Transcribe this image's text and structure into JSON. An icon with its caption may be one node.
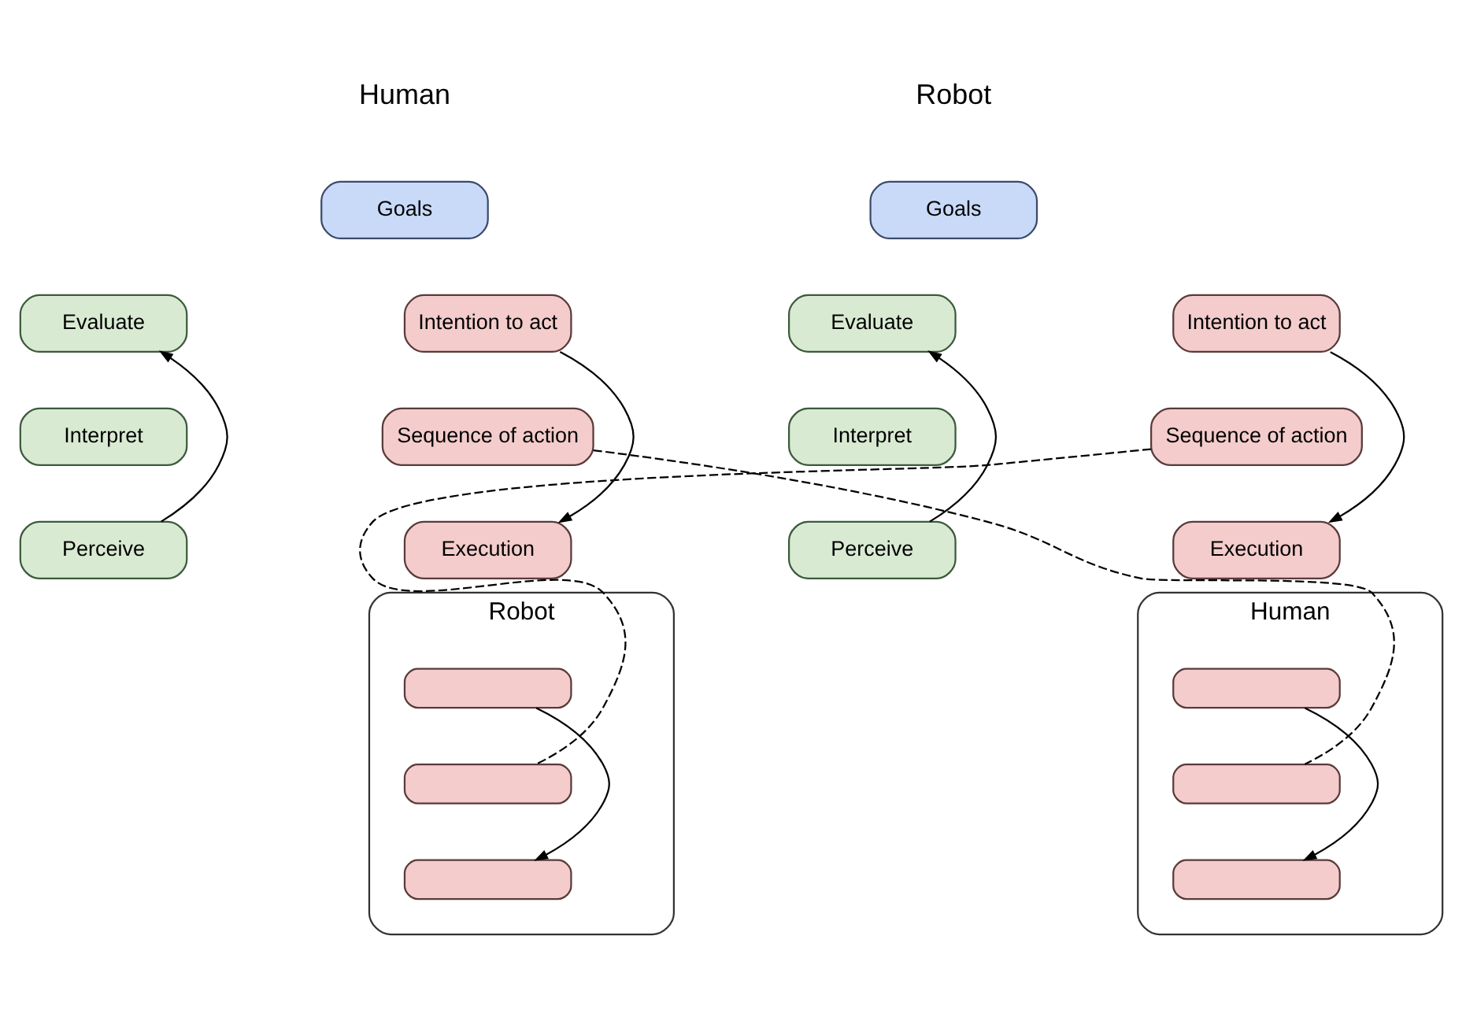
{
  "diagram": {
    "nodes": [
      {
        "text": [
          "Goals"
        ]
      },
      {
        "text": [
          "Intention to act"
        ]
      },
      {
        "text": [
          "Sequence of action"
        ]
      },
      {
        "text": [
          "Execution"
        ]
      },
      {
        "text": [
          "Evaluate"
        ]
      },
      {
        "text": [
          "Interpret"
        ]
      },
      {
        "text": [
          "Perceive"
        ]
      },
      {
        "text": [
          "Goals"
        ]
      },
      {
        "text": [
          "Intention to act"
        ]
      },
      {
        "text": [
          "Sequence of action"
        ]
      },
      {
        "text": [
          "Execution"
        ]
      },
      {
        "text": [
          "Evaluate"
        ]
      },
      {
        "text": [
          "Interpret"
        ]
      },
      {
        "text": [
          "Perceive"
        ]
      },
      {
        "text": [
          "Robot"
        ]
      },
      {
        "text": [],
        "shape": "box",
        "in": 14
      },
      {
        "text": [],
        "shape": "box",
        "in": 14
      },
      {
        "text": [],
        "shape": "box",
        "in": 14
      },
      {
        "text": [
          "Human"
        ]
      },
      {
        "text": [],
        "shape": "box",
        "in": 18
      },
      {
        "text": [],
        "shape": "box",
        "in": 18
      },
      {
        "text": [],
        "shape": "box",
        "in": 18
      }
    ],
    "edges": [
      {
        "from": 1,
        "to": 3,
        "arrow": "to"
      },
      {
        "from": 6,
        "to": 4,
        "arrow": "to"
      },
      {
        "from": 8,
        "to": 10,
        "arrow": "to"
      },
      {
        "from": 13,
        "to": 11,
        "arrow": "to"
      },
      {
        "from": 15,
        "to": 17,
        "arrow": "to"
      },
      {
        "from": 19,
        "to": 21,
        "arrow": "to"
      },
      {
        "from": 2,
        "to": 20,
        "arrow": "none",
        "style": "dashed"
      },
      {
        "from": 9,
        "to": 16,
        "arrow": "none",
        "style": "dashed"
      }
    ],
    "labels": [
      "Human",
      "Robot"
    ]
  }
}
